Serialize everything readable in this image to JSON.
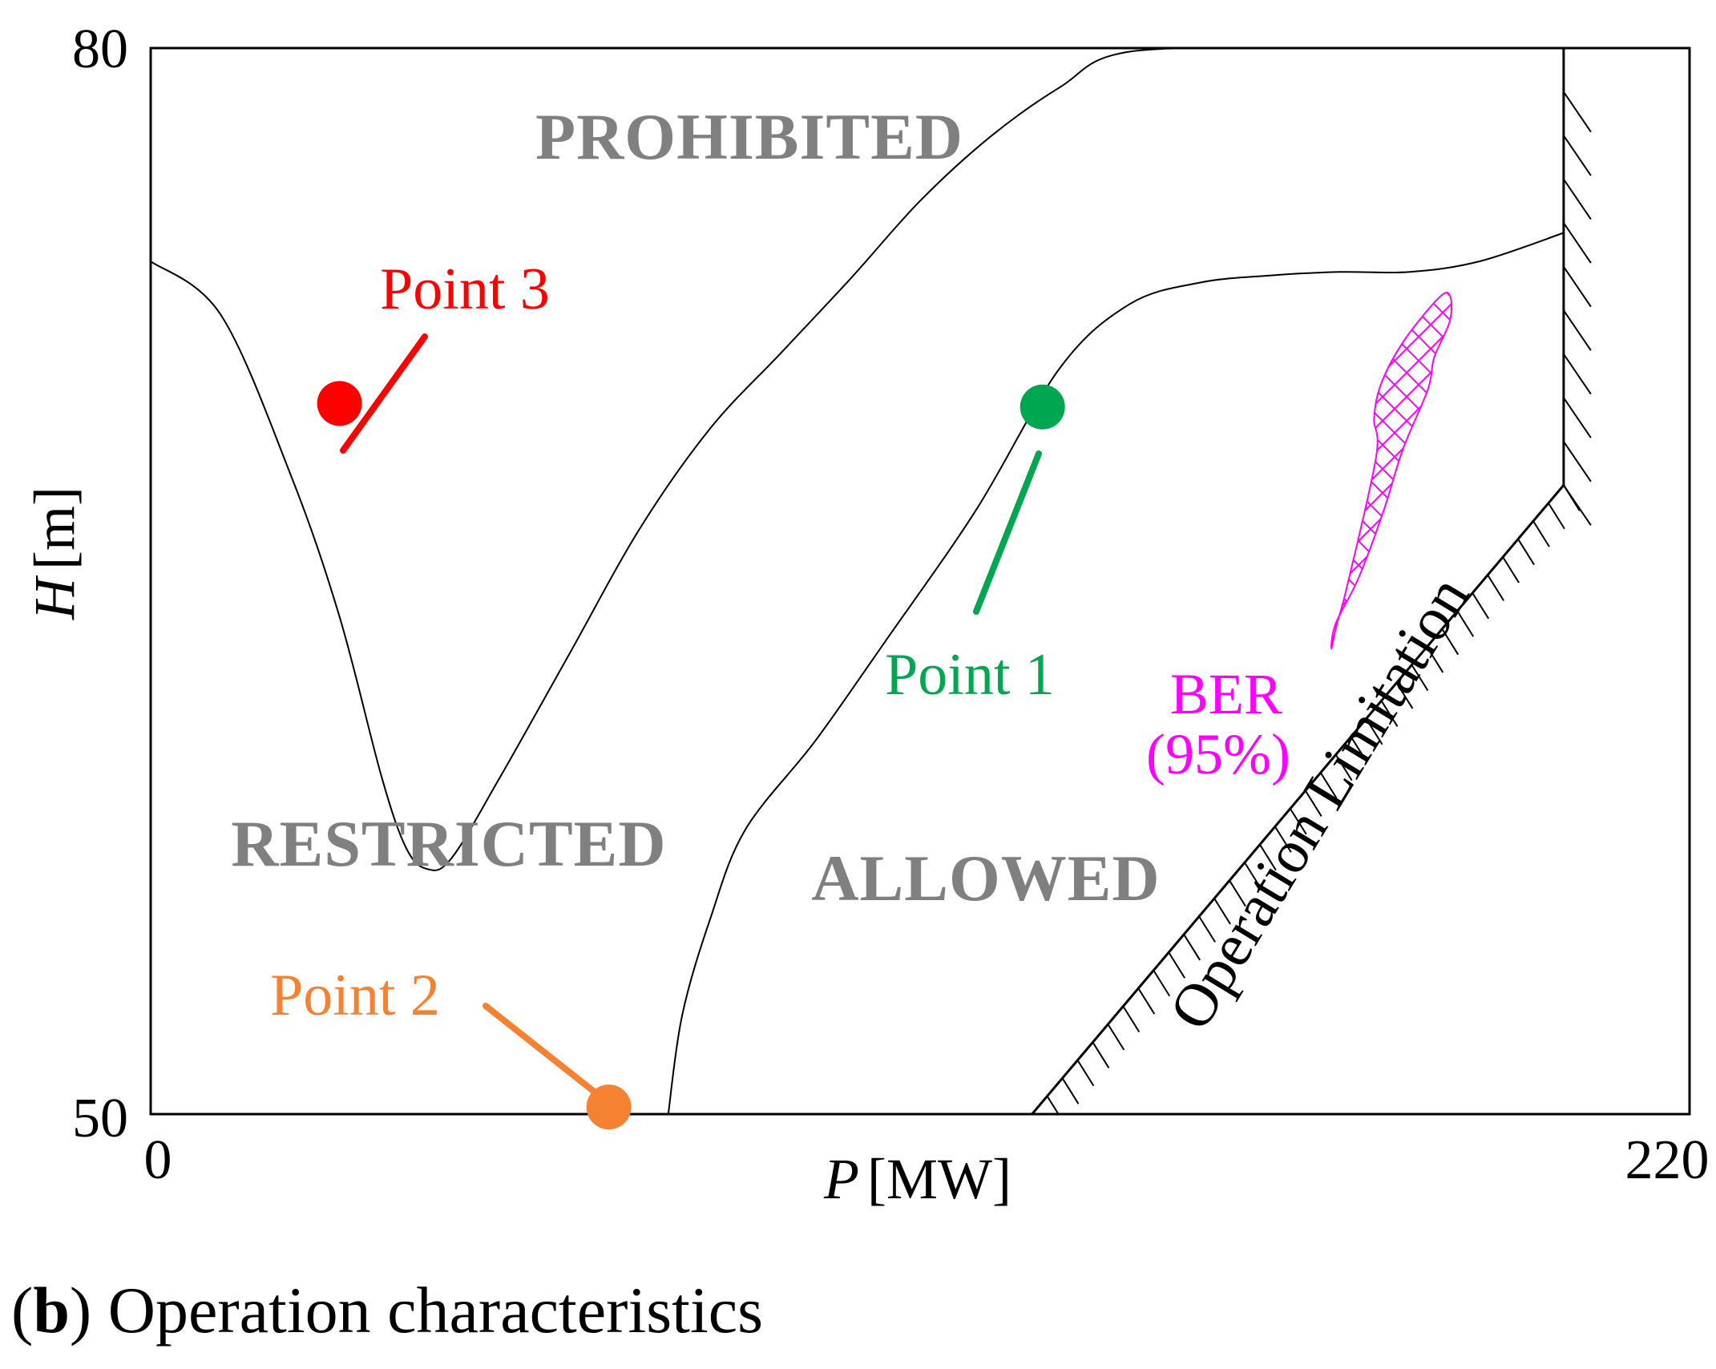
{
  "chart_data": {
    "type": "scatter",
    "subtitle_letter": "b",
    "subtitle_text": "Operation characteristics",
    "xlabel": {
      "symbol": "P",
      "unit": "[MW]"
    },
    "ylabel": {
      "symbol": "H",
      "unit": "[m]"
    },
    "xlim": [
      0,
      220
    ],
    "ylim": [
      50,
      80
    ],
    "xticks": [
      "0",
      "220"
    ],
    "yticks": [
      "50",
      "80"
    ],
    "grid": false,
    "regions": [
      "PROHIBITED",
      "RESTRICTED",
      "ALLOWED"
    ],
    "ber_label": "BER",
    "ber_percent": "(95%)",
    "operation_limitation_label": "Operation Limitation",
    "points": [
      {
        "name": "Point 1",
        "x": 127.5,
        "y": 69.9,
        "color": "#00a650"
      },
      {
        "name": "Point 2",
        "x": 65.5,
        "y": 50.2,
        "color": "#f58231"
      },
      {
        "name": "Point 3",
        "x": 27.0,
        "y": 70.0,
        "color": "#ff0000"
      }
    ],
    "boundary_prohibited_restricted": [
      [
        0,
        74.0
      ],
      [
        10,
        72.5
      ],
      [
        20,
        68.0
      ],
      [
        27,
        64.0
      ],
      [
        33,
        59.5
      ],
      [
        36.5,
        57.5
      ],
      [
        39.5,
        56.9
      ],
      [
        43,
        57.2
      ],
      [
        50,
        59.5
      ],
      [
        60,
        63.0
      ],
      [
        70,
        66.5
      ],
      [
        80,
        69.3
      ],
      [
        90,
        71.4
      ],
      [
        100,
        73.5
      ],
      [
        110,
        75.7
      ],
      [
        120,
        77.5
      ],
      [
        130,
        78.9
      ],
      [
        140,
        79.9
      ],
      [
        168,
        80.0
      ]
    ],
    "boundary_restricted_allowed": [
      [
        74,
        50.0
      ],
      [
        76,
        52.8
      ],
      [
        80,
        55.5
      ],
      [
        85,
        58.0
      ],
      [
        95,
        60.5
      ],
      [
        105,
        63.3
      ],
      [
        118,
        67.0
      ],
      [
        130,
        71.0
      ],
      [
        140,
        72.8
      ],
      [
        150,
        73.4
      ],
      [
        160,
        73.6
      ],
      [
        170,
        73.7
      ],
      [
        180,
        73.7
      ],
      [
        190,
        74.0
      ],
      [
        202,
        74.8
      ]
    ],
    "operation_limitation": [
      [
        126,
        50.0
      ],
      [
        202,
        67.7
      ],
      [
        202,
        80.0
      ]
    ],
    "ber_region_95": [
      [
        183.5,
        71.3
      ],
      [
        185.7,
        72.3
      ],
      [
        185.8,
        73.0
      ],
      [
        184.3,
        73.0
      ],
      [
        179.3,
        71.8
      ],
      [
        176.0,
        70.6
      ],
      [
        174.9,
        69.6
      ],
      [
        175.2,
        68.5
      ],
      [
        171.1,
        64.9
      ],
      [
        169.6,
        63.8
      ],
      [
        168.8,
        63.1
      ],
      [
        169.4,
        63.8
      ],
      [
        172.7,
        65.1
      ],
      [
        176.3,
        67.0
      ],
      [
        179.0,
        68.7
      ],
      [
        182.6,
        70.4
      ]
    ],
    "colors": {
      "ber": "#ff00ff",
      "line": "#000000",
      "region_text": "#808080"
    }
  }
}
